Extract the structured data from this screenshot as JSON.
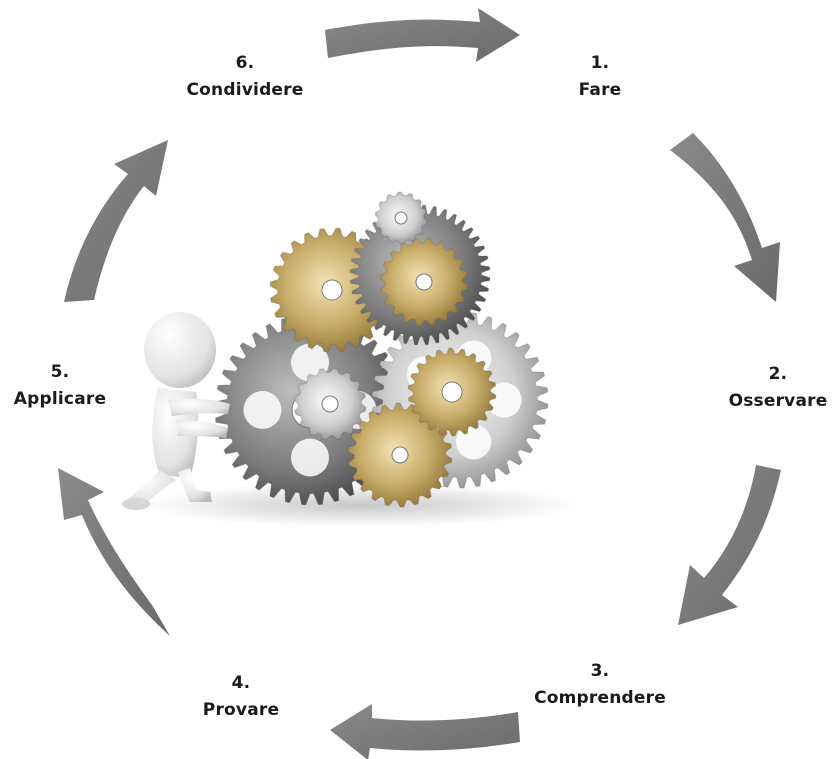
{
  "diagram": {
    "type": "cycle",
    "steps": [
      {
        "number": "1.",
        "name": "Fare"
      },
      {
        "number": "2.",
        "name": "Osservare"
      },
      {
        "number": "3.",
        "name": "Comprendere"
      },
      {
        "number": "4.",
        "name": "Provare"
      },
      {
        "number": "5.",
        "name": "Applicare"
      },
      {
        "number": "6.",
        "name": "Condividere"
      }
    ],
    "arrow_color": "#7a7a7a",
    "gear_colors": {
      "gold": "#c9ad6a",
      "silver": "#c4c4c4",
      "dark": "#6e6e6e"
    },
    "figure_color": "#e6e6e6"
  }
}
